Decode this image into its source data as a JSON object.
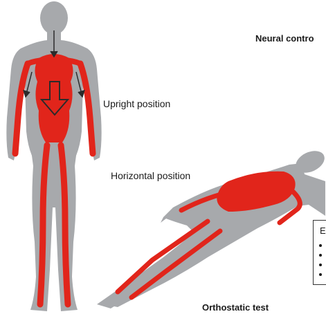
{
  "labels": {
    "heading": "Neural contro",
    "upright": "Upright position",
    "horizontal": "Horizontal position",
    "orthostatic": "Orthostatic test",
    "legend_letter": "E"
  },
  "colors": {
    "body_gray": "#a7a9ac",
    "vessel_red": "#e1251b",
    "arrow_dark": "#2b2b2b"
  },
  "icons": [
    "upright-body-figure",
    "horizontal-body-figure",
    "down-arrow-icon"
  ]
}
